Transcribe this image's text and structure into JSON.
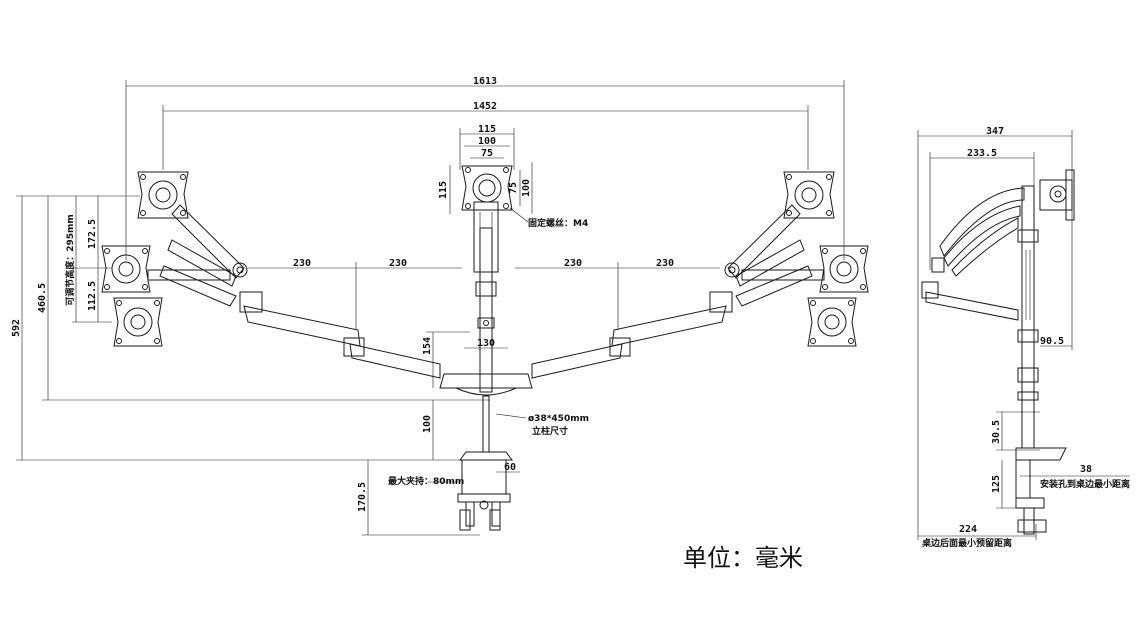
{
  "dimensions": {
    "total_width": "1613",
    "pole_to_pole": "1452",
    "vesa_outer": "115",
    "vesa_100": "100",
    "vesa_75": "75",
    "vesa_v115": "115",
    "vesa_v75": "75",
    "vesa_v100": "100",
    "arm_seg_1": "230",
    "arm_seg_2": "230",
    "arm_seg_3": "230",
    "arm_seg_4": "230",
    "total_height": "592",
    "height_460": "460.5",
    "adj_172": "172.5",
    "adj_112": "112.5",
    "center_154": "154",
    "center_130": "130",
    "base_100": "100",
    "clamp_60": "60",
    "clamp_170": "170.5",
    "side_347": "347",
    "side_233": "233.5",
    "side_90": "90.5",
    "side_30": "30.5",
    "side_125": "125",
    "side_38": "38",
    "side_224": "224"
  },
  "labels": {
    "screw": "固定螺丝：M4",
    "adjust_height": "可调节高度：295mm",
    "pole_size": "ø38*450mm",
    "pole_caption": "立柱尺寸",
    "max_clamp": "最大夹持：80mm",
    "hole_distance": "安装孔到桌边最小距离",
    "wall_gap": "桌边后面最小预留距离",
    "unit": "单位：毫米"
  }
}
